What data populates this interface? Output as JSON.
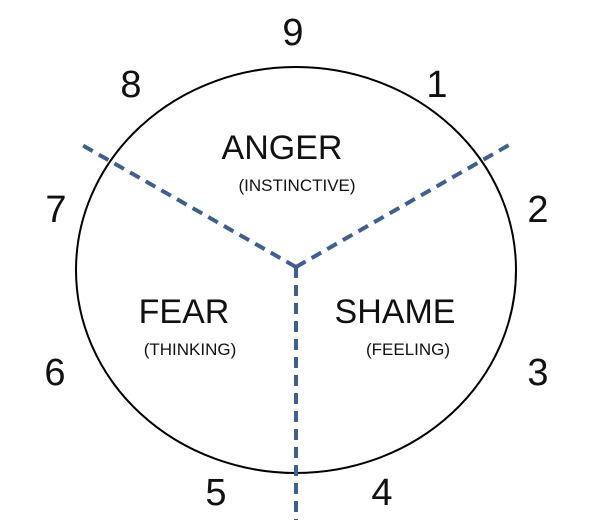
{
  "numbers": [
    "9",
    "1",
    "2",
    "3",
    "4",
    "5",
    "6",
    "7",
    "8"
  ],
  "centers": {
    "anger": {
      "title": "ANGER",
      "subtitle": "(INSTINCTIVE)"
    },
    "fear": {
      "title": "FEAR",
      "subtitle": "(THINKING)"
    },
    "shame": {
      "title": "SHAME",
      "subtitle": "(FEELING)"
    }
  },
  "colors": {
    "outline": "#000000",
    "divider": "#3D5F93",
    "text": "#111111"
  }
}
